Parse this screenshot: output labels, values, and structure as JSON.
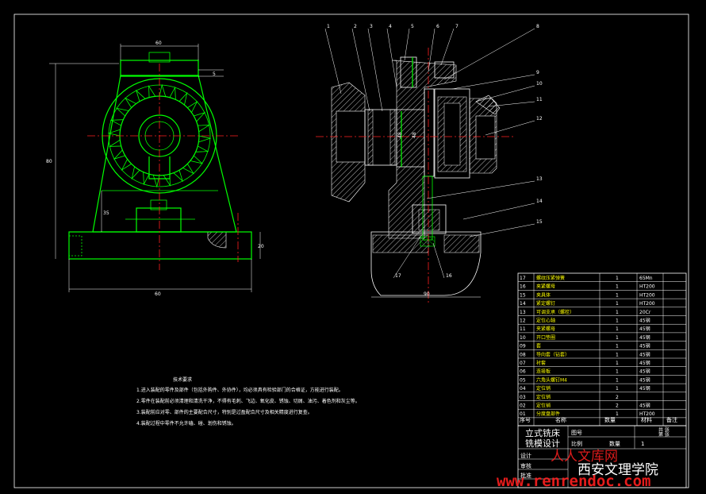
{
  "drawing": {
    "dims_left": {
      "top_width": "60",
      "key_height": "5",
      "overall_height": "80",
      "base_offset": "35",
      "base_thickness": "20",
      "base_width": "60"
    },
    "dims_right": {
      "bore": "48",
      "width": "90"
    },
    "balloons": [
      "1",
      "2",
      "3",
      "4",
      "5",
      "6",
      "7",
      "8",
      "9",
      "10",
      "11",
      "12",
      "13",
      "14",
      "15",
      "16",
      "17"
    ],
    "tech_req": {
      "title": "技术要求",
      "items": [
        "1.进入装配的零件及部件（包括外购件、外协件），均必须具有检验部门的合格证，方能进行装配。",
        "2.零件在装配前必须清理和清洗干净，不得有毛刺、飞边、氧化皮、锈蚀、切屑、油污、着色剂和灰尘等。",
        "3.装配前应对零、部件的主要配合尺寸，特别是过盈配合尺寸及相关精度进行复查。",
        "4.装配过程中零件不允许磕、碰、划伤和锈蚀。"
      ]
    }
  },
  "bom": {
    "rows": [
      {
        "no": "17",
        "name": "螺纹压紧弹簧",
        "qty": "1",
        "mat": "65Mn"
      },
      {
        "no": "16",
        "name": "夹紧螺母",
        "qty": "1",
        "mat": "HT200"
      },
      {
        "no": "15",
        "name": "夹具体",
        "qty": "1",
        "mat": "HT200"
      },
      {
        "no": "14",
        "name": "紧定螺钉",
        "qty": "1",
        "mat": "HT200"
      },
      {
        "no": "13",
        "name": "可调支承（螺栓）",
        "qty": "1",
        "mat": "20Cr"
      },
      {
        "no": "12",
        "name": "定位心轴",
        "qty": "1",
        "mat": "45钢"
      },
      {
        "no": "11",
        "name": "夹紧螺母",
        "qty": "1",
        "mat": "45钢"
      },
      {
        "no": "10",
        "name": "开口垫圈",
        "qty": "1",
        "mat": "45钢"
      },
      {
        "no": "09",
        "name": "套",
        "qty": "1",
        "mat": "45钢"
      },
      {
        "no": "08",
        "name": "导向套（钻套）",
        "qty": "1",
        "mat": "45钢"
      },
      {
        "no": "07",
        "name": "衬套",
        "qty": "1",
        "mat": "45钢"
      },
      {
        "no": "06",
        "name": "连接板",
        "qty": "1",
        "mat": "45钢"
      },
      {
        "no": "05",
        "name": "六角头螺钉M4",
        "qty": "1",
        "mat": "45钢"
      },
      {
        "no": "04",
        "name": "定位销",
        "qty": "1",
        "mat": "45钢"
      },
      {
        "no": "03",
        "name": "定位销",
        "qty": "2",
        "mat": ""
      },
      {
        "no": "02",
        "name": "定位销",
        "qty": "2",
        "mat": "45钢"
      },
      {
        "no": "01",
        "name": "分度盘部件",
        "qty": "1",
        "mat": "HT200"
      }
    ],
    "header": {
      "no": "序号",
      "name": "名称",
      "qty": "数量",
      "mat": "材料",
      "note": "备注"
    }
  },
  "title_block": {
    "title_line1": "立式铣床",
    "title_line2": "铣模设计",
    "drawing_no": "图号",
    "scale": "比例",
    "sheets": "数量",
    "count": "1",
    "design": "设计",
    "check": "审核",
    "approve": "批准",
    "note1": "共 张",
    "note2": "第 张",
    "school": "西安文理学院"
  },
  "watermark": {
    "line1": "人人文库网",
    "line2": "www.renrendoc.com"
  }
}
